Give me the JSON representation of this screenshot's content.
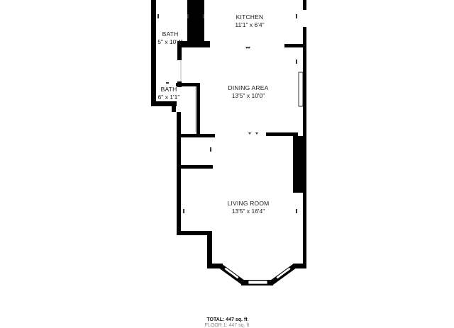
{
  "rooms": {
    "kitchen": {
      "name": "KITCHEN",
      "dims": "11'1\" x 6'4\""
    },
    "bath_upper": {
      "name": "BATH",
      "dims": "5\" x 10'4\""
    },
    "dining": {
      "name": "DINING AREA",
      "dims": "13'5\" x 10'0\""
    },
    "bath_lower": {
      "name": "BATH",
      "dims": "6\" x 1'1\""
    },
    "living": {
      "name": "LIVING ROOM",
      "dims": "13'5\" x 16'4\""
    }
  },
  "footer": {
    "total": "TOTAL: 447 sq. ft",
    "floor": "FLOOR 1: 447 sq. ft"
  },
  "colors": {
    "wall": "#000000",
    "window": "#ffffff",
    "label": "#1a1a1a"
  }
}
